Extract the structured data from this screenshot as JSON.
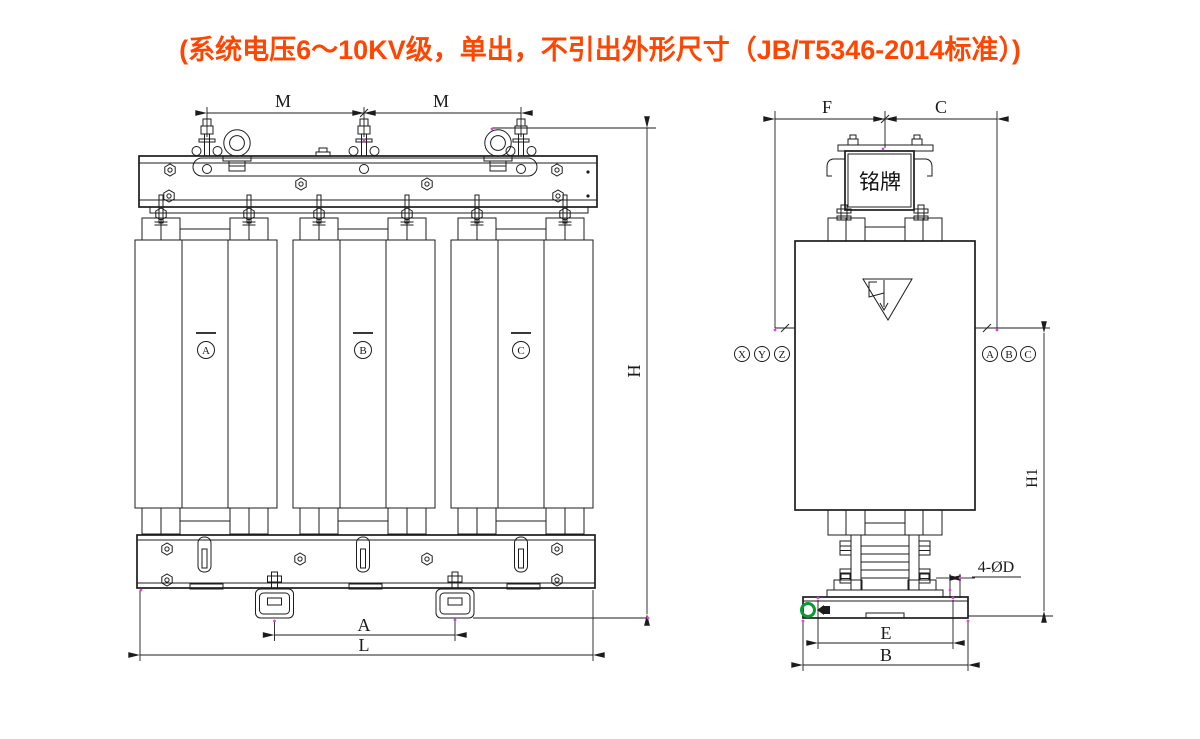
{
  "title": {
    "text": "(系统电压6～10KV级，单出，不引出外形尺寸（JB/T5346-2014标准）)",
    "color": "#ff4500"
  },
  "front_view": {
    "dim_m": "M",
    "dim_h": "H",
    "dim_a": "A",
    "dim_l": "L",
    "phases": [
      "A",
      "B",
      "C"
    ]
  },
  "side_view": {
    "dim_f": "F",
    "dim_c": "C",
    "dim_h1": "H1",
    "dim_e": "E",
    "dim_b": "B",
    "dim_hole": "4-ØD",
    "nameplate": "铭牌",
    "left_terminals": [
      "X",
      "Y",
      "Z"
    ],
    "right_terminals": [
      "A",
      "B",
      "C"
    ]
  },
  "colors": {
    "line": "#1c1c1c",
    "title": "#ff4500",
    "ground_mark": "#089b30",
    "defpoint": "#e040e0"
  }
}
